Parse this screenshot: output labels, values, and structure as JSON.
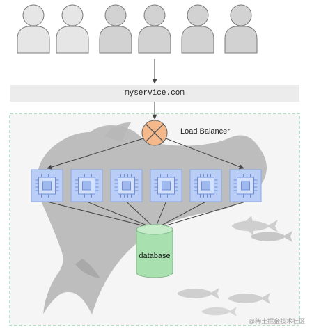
{
  "diagram": {
    "domain_label": "myservice.com",
    "load_balancer_label": "Load Balancer",
    "database_label": "database",
    "watermark": "@稀土掘金技术社区",
    "users": [
      {
        "tone": "light"
      },
      {
        "tone": "light"
      },
      {
        "tone": "dark"
      },
      {
        "tone": "dark",
        "active": true
      },
      {
        "tone": "dark"
      },
      {
        "tone": "dark"
      }
    ],
    "servers": [
      {
        "icon": "cpu-chip-icon"
      },
      {
        "icon": "cpu-chip-icon"
      },
      {
        "icon": "cpu-chip-icon"
      },
      {
        "icon": "cpu-chip-icon"
      },
      {
        "icon": "cpu-chip-icon"
      },
      {
        "icon": "cpu-chip-icon"
      }
    ],
    "colors": {
      "user_light": "#e6e6e6",
      "user_dark": "#d2d2d2",
      "domain_bg": "#ececec",
      "cluster_border": "#7bc29a",
      "load_balancer": "#f4b88a",
      "server_fill": "#b9cdf6",
      "server_border": "#8aa6e2",
      "database_fill": "#a8e0b0",
      "whale": "#b7b7b7",
      "fish": "#cfcfcf"
    }
  }
}
